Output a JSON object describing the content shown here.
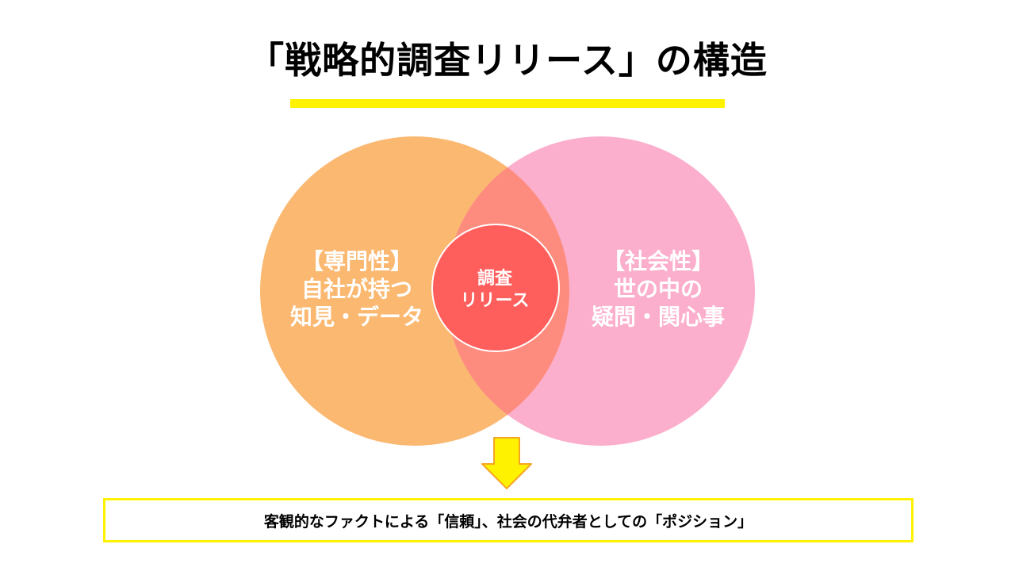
{
  "title": "「戦略的調査リリース」の構造",
  "colors": {
    "accent_bar": "#FFF200",
    "left_circle": "#FBB870",
    "right_circle": "#FBAFCC",
    "overlap": "#FD8C7E",
    "core": "#FF5F5C",
    "arrow": "#FFF200"
  },
  "venn": {
    "left": {
      "lines": [
        "【専門性】",
        "自社が持つ",
        "知見・データ"
      ]
    },
    "right": {
      "lines": [
        "【社会性】",
        "世の中の",
        "疑問・関心事"
      ]
    },
    "center": {
      "lines": [
        "調査",
        "リリース"
      ]
    }
  },
  "conclusion": "客観的なファクトによる「信頼」、社会の代弁者としての「ポジション」"
}
